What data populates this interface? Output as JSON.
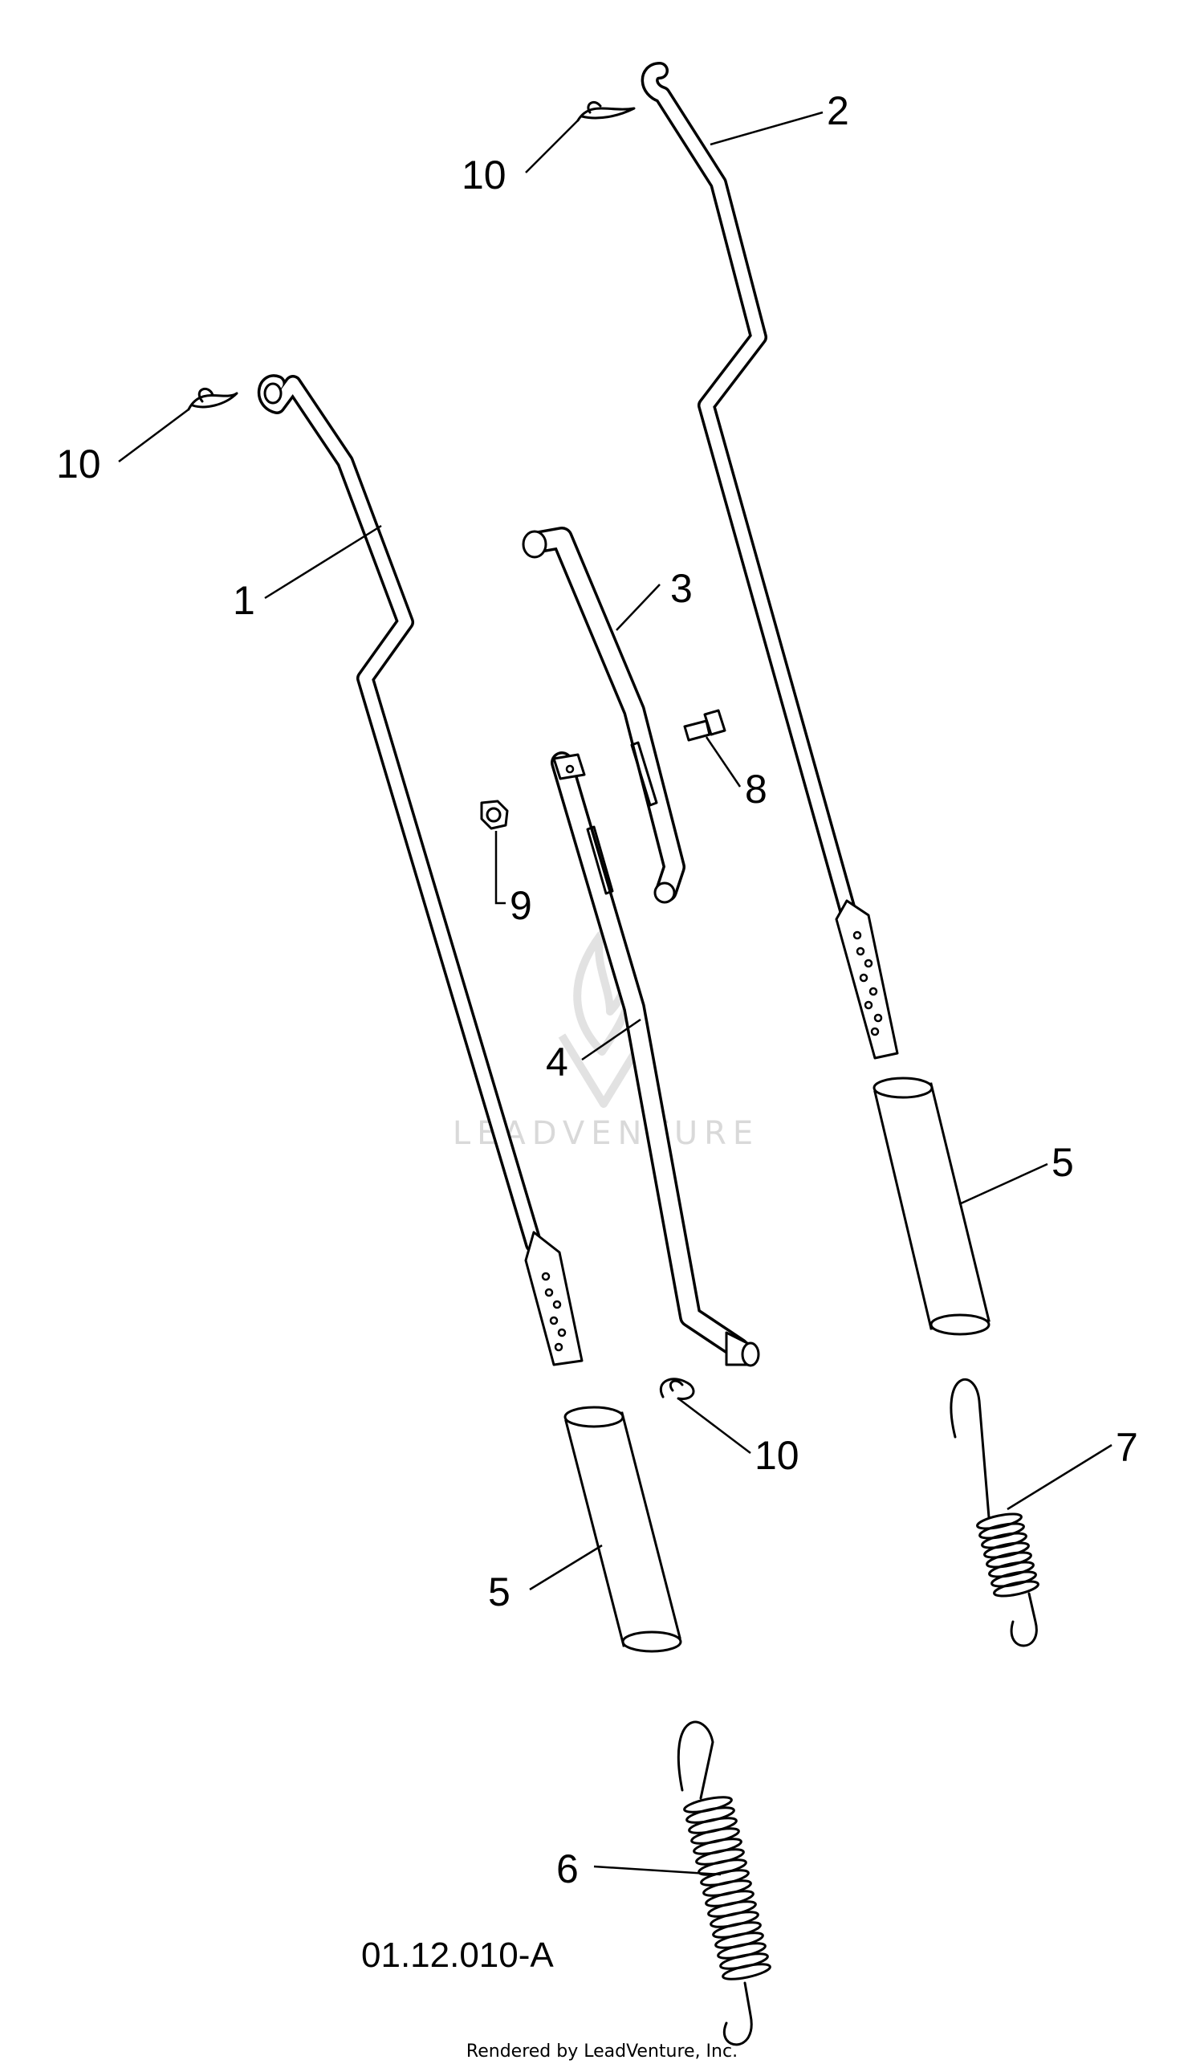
{
  "diagram": {
    "callouts": {
      "p1": "1",
      "p2": "2",
      "p3": "3",
      "p4": "4",
      "p5a": "5",
      "p5b": "5",
      "p6": "6",
      "p7": "7",
      "p8": "8",
      "p9": "9",
      "p10a": "10",
      "p10b": "10",
      "p10c": "10"
    },
    "reference_code": "01.12.010-A",
    "render_note": "Rendered by LeadVenture, Inc.",
    "watermark": "LEADVENTURE"
  }
}
